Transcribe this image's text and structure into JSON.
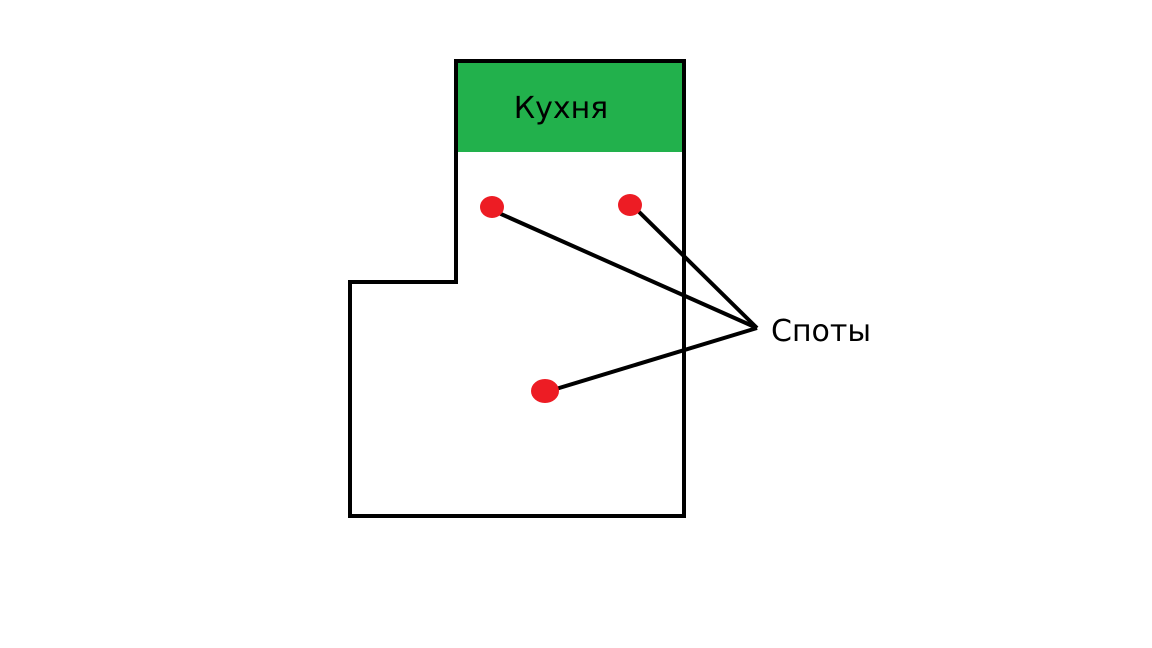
{
  "diagram": {
    "kitchen_label": "Кухня",
    "spots_label": "Споты",
    "spot_count": 3
  },
  "colors": {
    "kitchen_fill": "#22b14c",
    "spot": "#ed1c24",
    "wall": "#000000",
    "background": "#ffffff"
  }
}
